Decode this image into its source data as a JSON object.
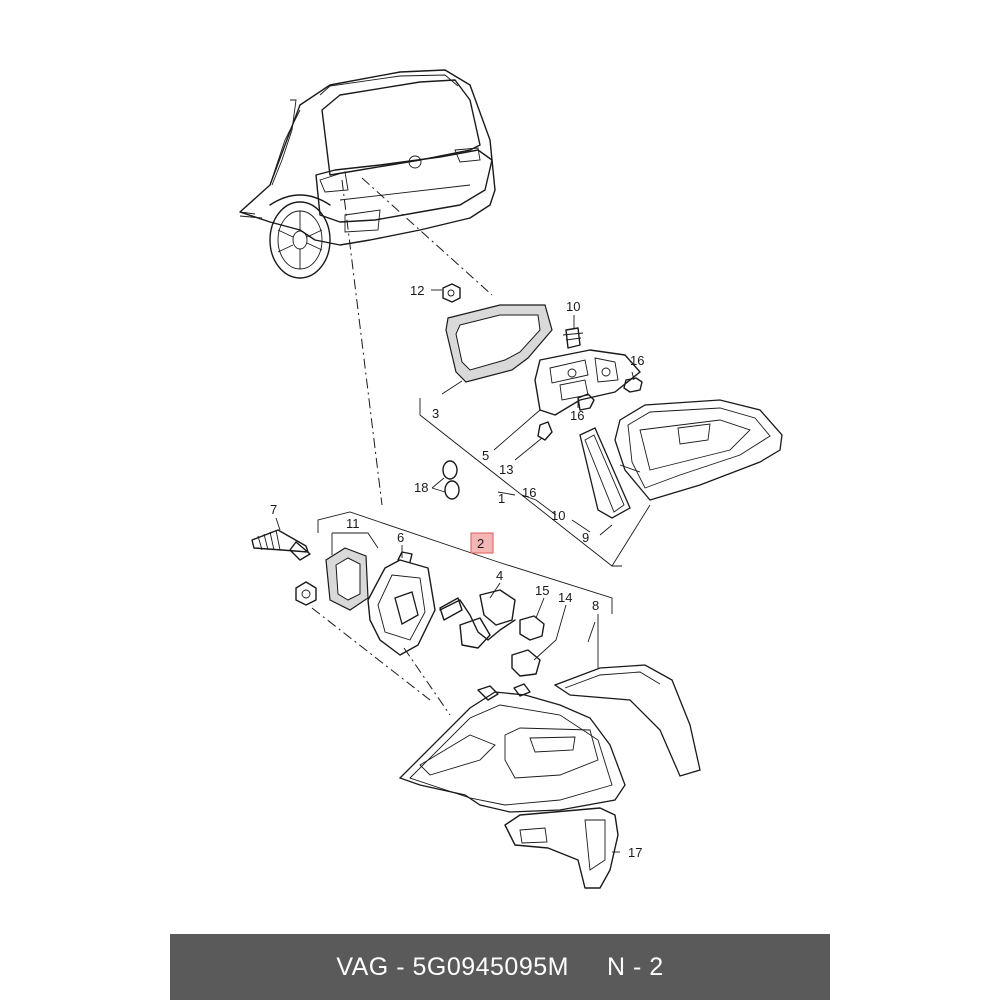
{
  "diagram": {
    "callouts": {
      "c1": "1",
      "c2": "2",
      "c3": "3",
      "c4": "4",
      "c5": "5",
      "c6": "6",
      "c7": "7",
      "c8": "8",
      "c9": "9",
      "c10a": "10",
      "c10b": "10",
      "c11": "11",
      "c12": "12",
      "c13": "13",
      "c14": "14",
      "c15": "15",
      "c16a": "16",
      "c16b": "16",
      "c16c": "16",
      "c17": "17",
      "c18": "18"
    },
    "highlighted_callout": "2",
    "highlight_color": "#f4b5b5"
  },
  "footer": {
    "brand": "VAG - 5G0945095M",
    "position": "N - 2",
    "background": "#5a5a5a"
  }
}
